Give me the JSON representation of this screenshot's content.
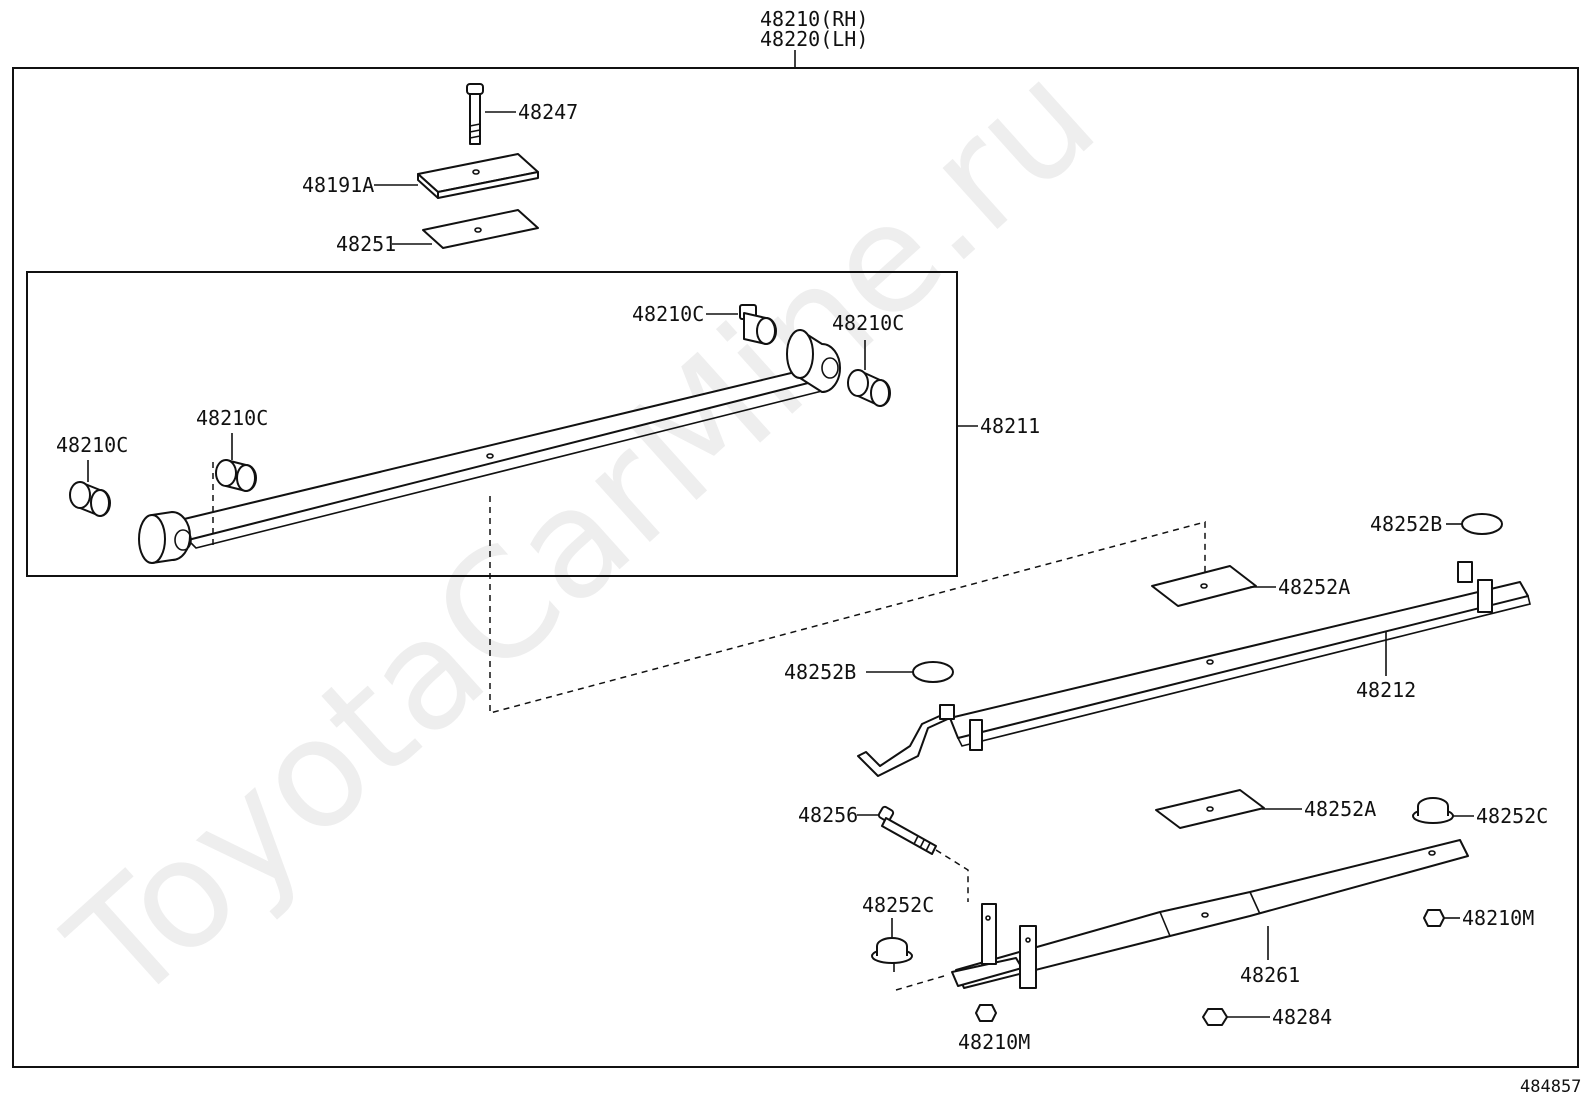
{
  "header": {
    "assembly_rh": "48210(RH)",
    "assembly_lh": "48220(LH)"
  },
  "watermark": "ToyotaCarMine.ru",
  "reference_number": "484857",
  "labels": {
    "bolt_top": "48247",
    "plate_top": "48191A",
    "insulator_top": "48251",
    "bush_upper_left": "48210C",
    "bush_upper_right": "48210C",
    "bush_lower_mid": "48210C",
    "bush_lower_left": "48210C",
    "main_leaf": "48211",
    "bumper_right": "48252B",
    "insulator_mid": "48252A",
    "second_leaf": "48212",
    "bumper_left": "48252B",
    "bolt_center": "48256",
    "insulator_low": "48252A",
    "clip_right": "48252C",
    "clip_left": "48252C",
    "third_leaf": "48261",
    "nut_right": "48210M",
    "nut_bottom": "48210M",
    "nut_low": "48284"
  }
}
